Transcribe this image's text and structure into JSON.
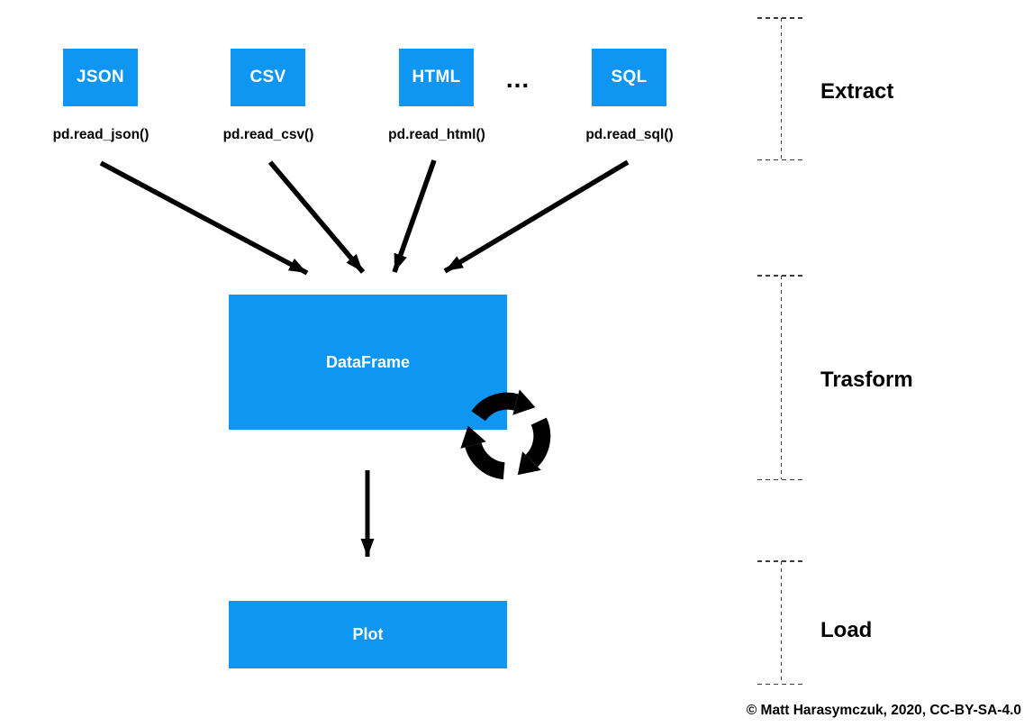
{
  "diagram": {
    "sources": [
      {
        "label": "JSON",
        "function": "pd.read_json()"
      },
      {
        "label": "CSV",
        "function": "pd.read_csv()"
      },
      {
        "label": "HTML",
        "function": "pd.read_html()"
      },
      {
        "label": "SQL",
        "function": "pd.read_sql()"
      }
    ],
    "ellipsis": "...",
    "dataframe": {
      "label": "DataFrame"
    },
    "plot": {
      "label": "Plot"
    },
    "stages": [
      {
        "label": "Extract"
      },
      {
        "label": "Trasform"
      },
      {
        "label": "Load"
      }
    ],
    "icons": {
      "recycle": "circular-arrows-transform-cycle"
    },
    "footer": {
      "credit": "© Matt Harasymczuk, 2020, CC-BY-SA-4.0"
    },
    "colors": {
      "box_blue": "#0e96f2",
      "arrow_black": "#000000",
      "dash_gray": "#3c3c3c"
    }
  }
}
